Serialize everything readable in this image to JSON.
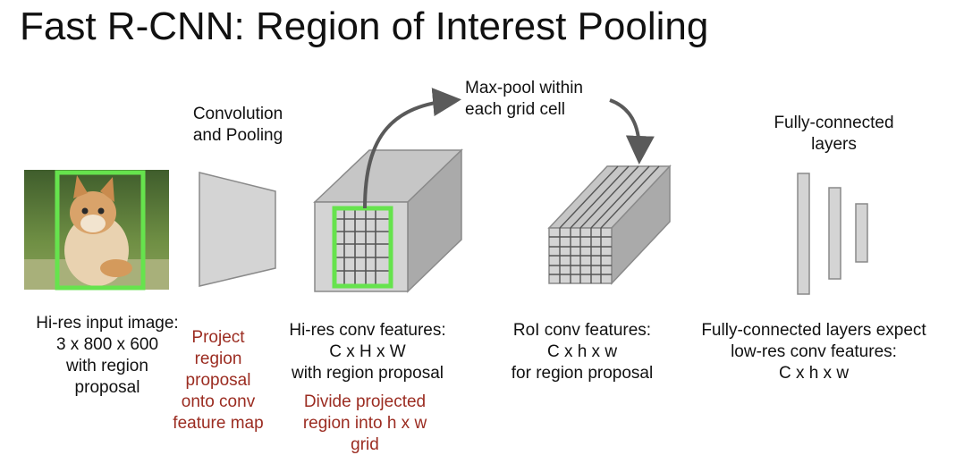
{
  "title": "Fast R-CNN: Region of Interest Pooling",
  "labels": {
    "conv_pooling": "Convolution\nand Pooling",
    "maxpool": "Max-pool within\neach grid cell",
    "fc_layers": "Fully-connected\nlayers",
    "input_caption": "Hi-res input image:\n3 x 800 x 600\nwith region\nproposal",
    "project_note": "Project\nregion\nproposal\nonto conv\nfeature map",
    "conv_features_caption": "Hi-res conv features:\nC x H x W\nwith region proposal",
    "divide_note": "Divide projected\nregion into h x w\ngrid",
    "roi_caption": "RoI conv features:\nC x h x w\nfor region proposal",
    "fc_caption": "Fully-connected layers expect\nlow-res conv features:\nC x h x w"
  },
  "colors": {
    "highlight": "#66e34d",
    "note": "#9b2c21",
    "box_front": "#d4d4d4",
    "box_top": "#c6c6c6",
    "box_side": "#aaaaaa",
    "arrow": "#5a5a5a"
  }
}
